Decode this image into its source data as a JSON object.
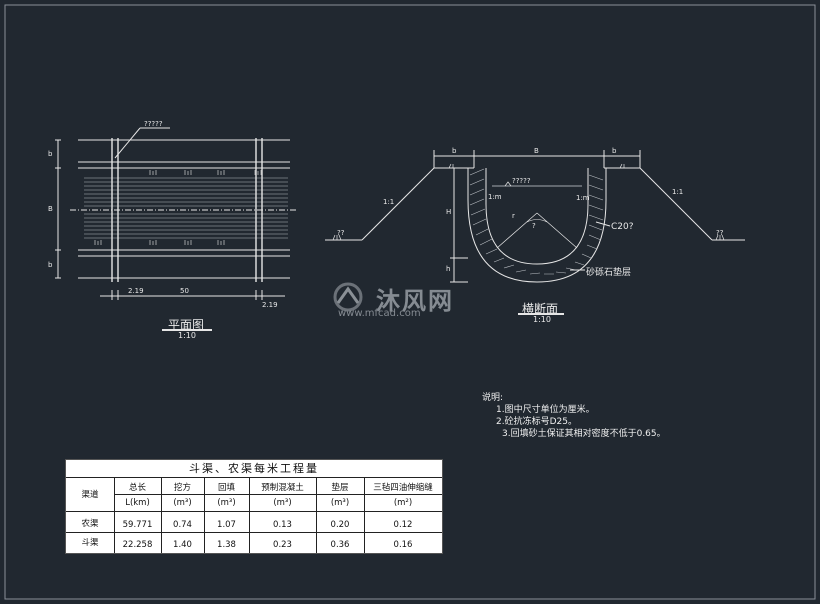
{
  "plan_view": {
    "title": "平面图",
    "scale": "1:10",
    "leader_label": "?????",
    "dim_left": "2.19",
    "dim_mid": "50",
    "dim_right": "2.19",
    "dim_b_top": "b",
    "dim_b_mid": "B",
    "dim_b_bot": "b"
  },
  "cross_section": {
    "title": "横断面",
    "scale": "1:10",
    "dim_b_left": "b",
    "dim_B": "B",
    "dim_b_right": "b",
    "slope_left": "1:1",
    "slope_right": "1:1",
    "slope_inner_left": "1:m",
    "slope_inner_right": "1:m",
    "water_level": "?????",
    "dim_H": "H",
    "dim_h": "h",
    "radius": "r",
    "angle": "?",
    "concrete_label": "C20?",
    "gravel_label": "砂砾石垫层",
    "ground_left": "??",
    "ground_right": "??"
  },
  "notes": {
    "heading": "说明:",
    "items": [
      "1.图中尺寸单位为厘米。",
      "2.砼抗冻标号D25。",
      "3.回填砂土保证其相对密度不低于0.65。"
    ]
  },
  "quantity_table": {
    "title": "斗渠、农渠每米工程量",
    "col1": "渠道",
    "headers": [
      "总长",
      "挖方",
      "回填",
      "预制混凝土",
      "垫层",
      "三毡四油伸缩缝"
    ],
    "units": [
      "L(km)",
      "(m³)",
      "(m³)",
      "(m³)",
      "(m³)",
      "(m²)"
    ],
    "rows": [
      {
        "name": "农渠",
        "values": [
          "59.771",
          "0.74",
          "1.07",
          "0.13",
          "0.20",
          "0.12"
        ]
      },
      {
        "name": "斗渠",
        "values": [
          "22.258",
          "1.40",
          "1.38",
          "0.23",
          "0.36",
          "0.16"
        ]
      }
    ]
  },
  "watermark": {
    "brand": "沐风网",
    "url": "www.mfcad.com"
  }
}
